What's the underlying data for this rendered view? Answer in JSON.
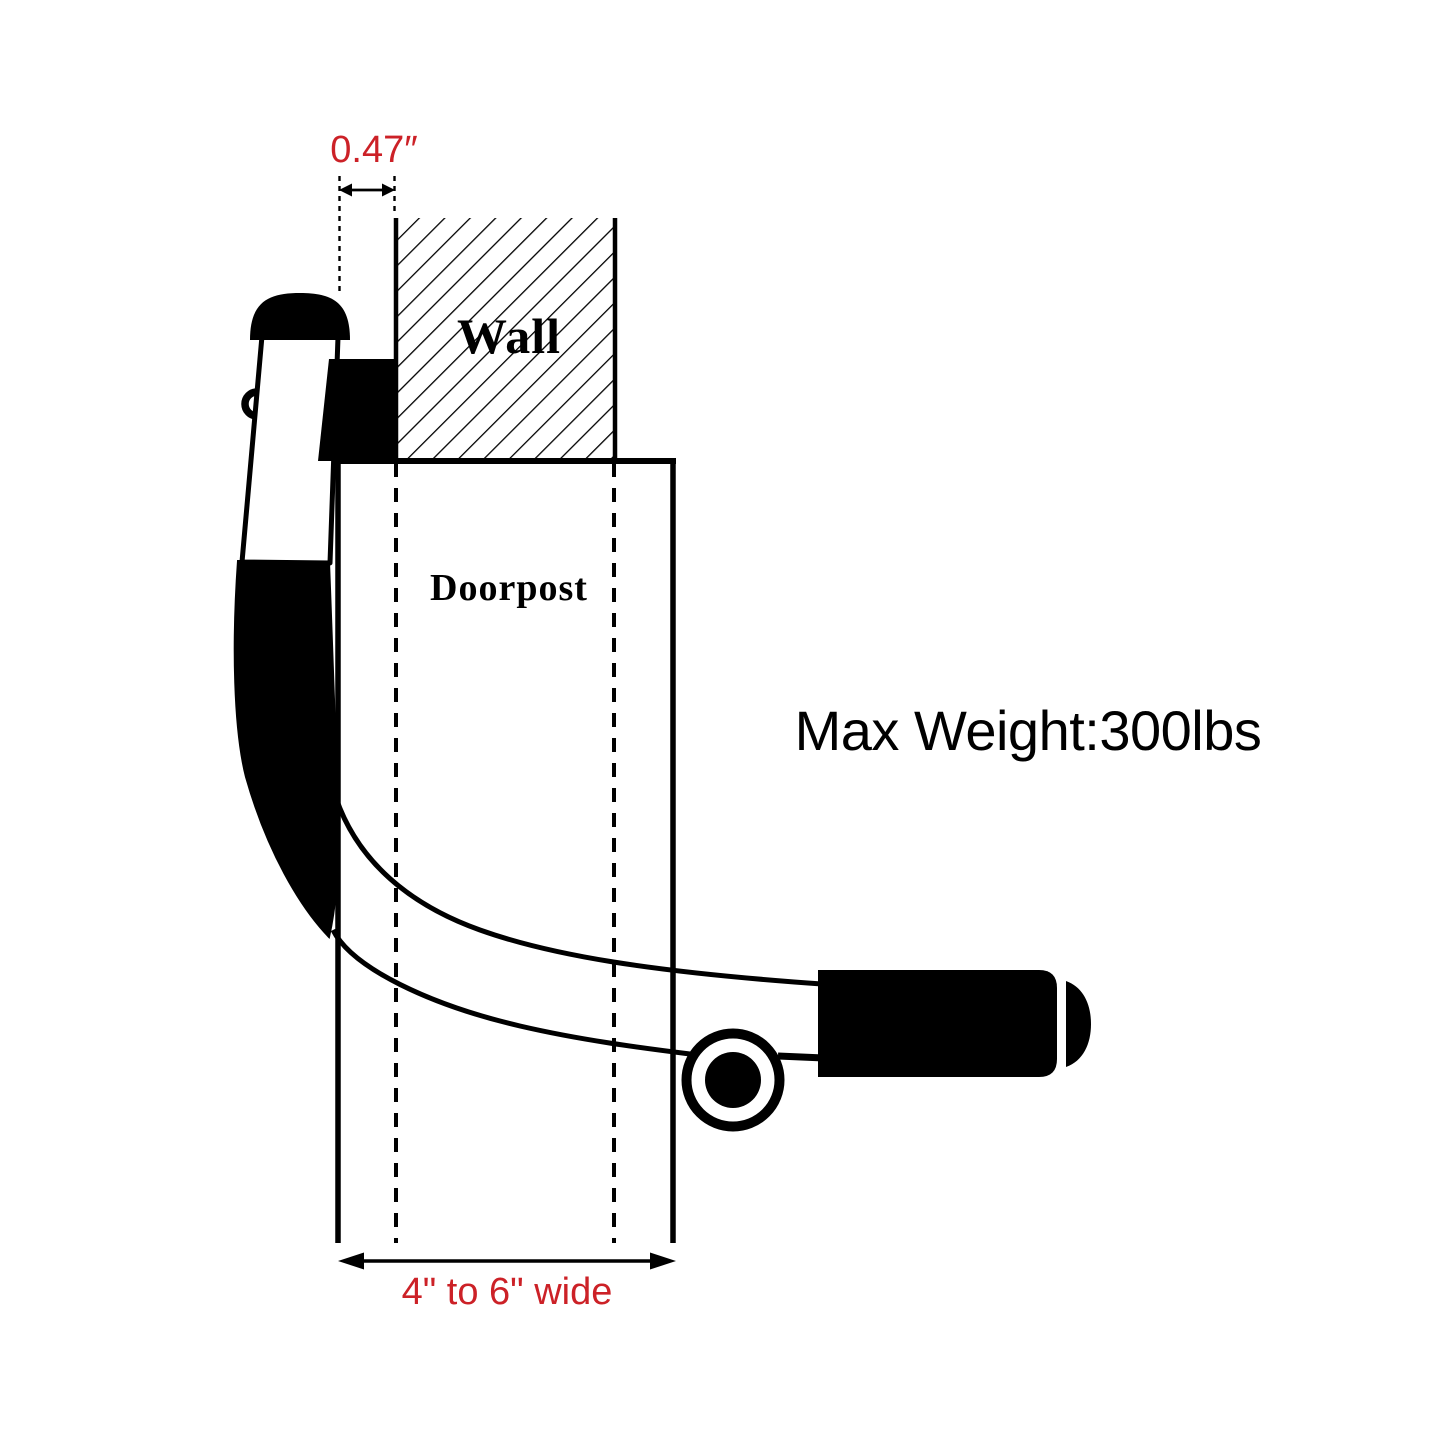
{
  "diagram": {
    "colors": {
      "ink": "#000000",
      "accent_red": "#cc2127",
      "background": "#ffffff"
    },
    "labels": {
      "wall": "Wall",
      "doorpost": "Doorpost",
      "max_weight": "Max Weight:300lbs",
      "gap_dimension": "0.47″",
      "width_dimension": "4\" to 6\" wide"
    }
  }
}
